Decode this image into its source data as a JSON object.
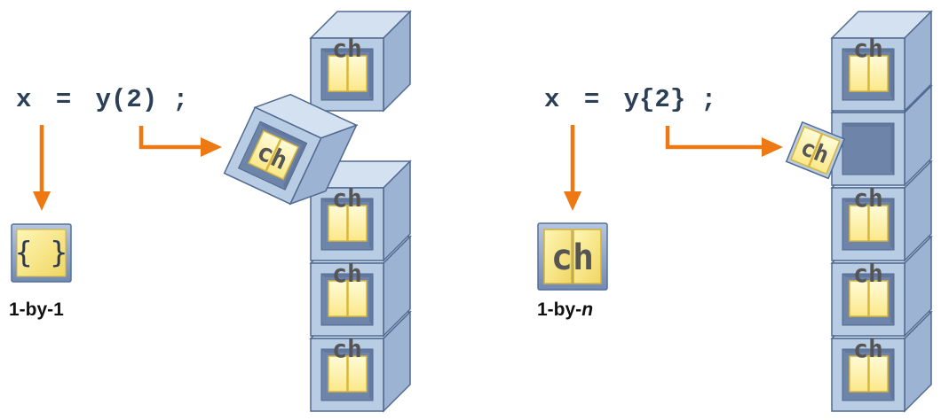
{
  "left": {
    "code": {
      "var": "x",
      "eq": "=",
      "call": "y(2)",
      "semi": ";"
    },
    "result_icon": "{ }",
    "result_label": "1-by-1"
  },
  "right": {
    "code": {
      "var": "x",
      "eq": "=",
      "call": "y{2}",
      "semi": ";"
    },
    "result_icon": "ch",
    "result_label_prefix": "1-by-",
    "result_label_suffix": "n"
  },
  "cell_content": "ch",
  "colors": {
    "arrow": "#ee7812",
    "code": "#2b4057",
    "box_front": "#b8cce4",
    "box_inner": "#6e84a8",
    "box_edge": "#50698f",
    "char_fill": "#fff3a8",
    "char_border": "#e3c447"
  }
}
